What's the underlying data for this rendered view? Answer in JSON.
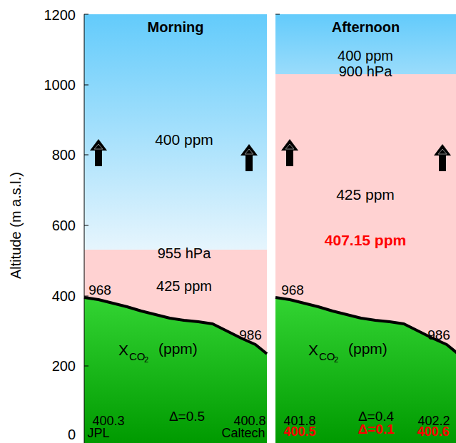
{
  "diagram": {
    "nodes": [
      {
        "text": [
          "Morning"
        ]
      },
      {
        "text": [
          "Afternoon"
        ]
      }
    ],
    "labels": [
      "Altitude (m a.s.l.)",
      "1200",
      "1000",
      "800",
      "600",
      "400",
      "200",
      "0",
      "400 ppm",
      "955 hPa",
      "425 ppm",
      "968",
      "986",
      "X",
      "CO",
      "2",
      "(ppm)",
      "400.3",
      "Δ=0.5",
      "400.8",
      "JPL",
      "Caltech",
      "400 ppm",
      "900 hPa",
      "425 ppm",
      "407.15 ppm",
      "968",
      "986",
      "X",
      "CO",
      "2",
      "(ppm)",
      "401.8",
      "Δ=0.4",
      "402.2",
      "400.5",
      "Δ=0.1",
      "400.6"
    ]
  }
}
